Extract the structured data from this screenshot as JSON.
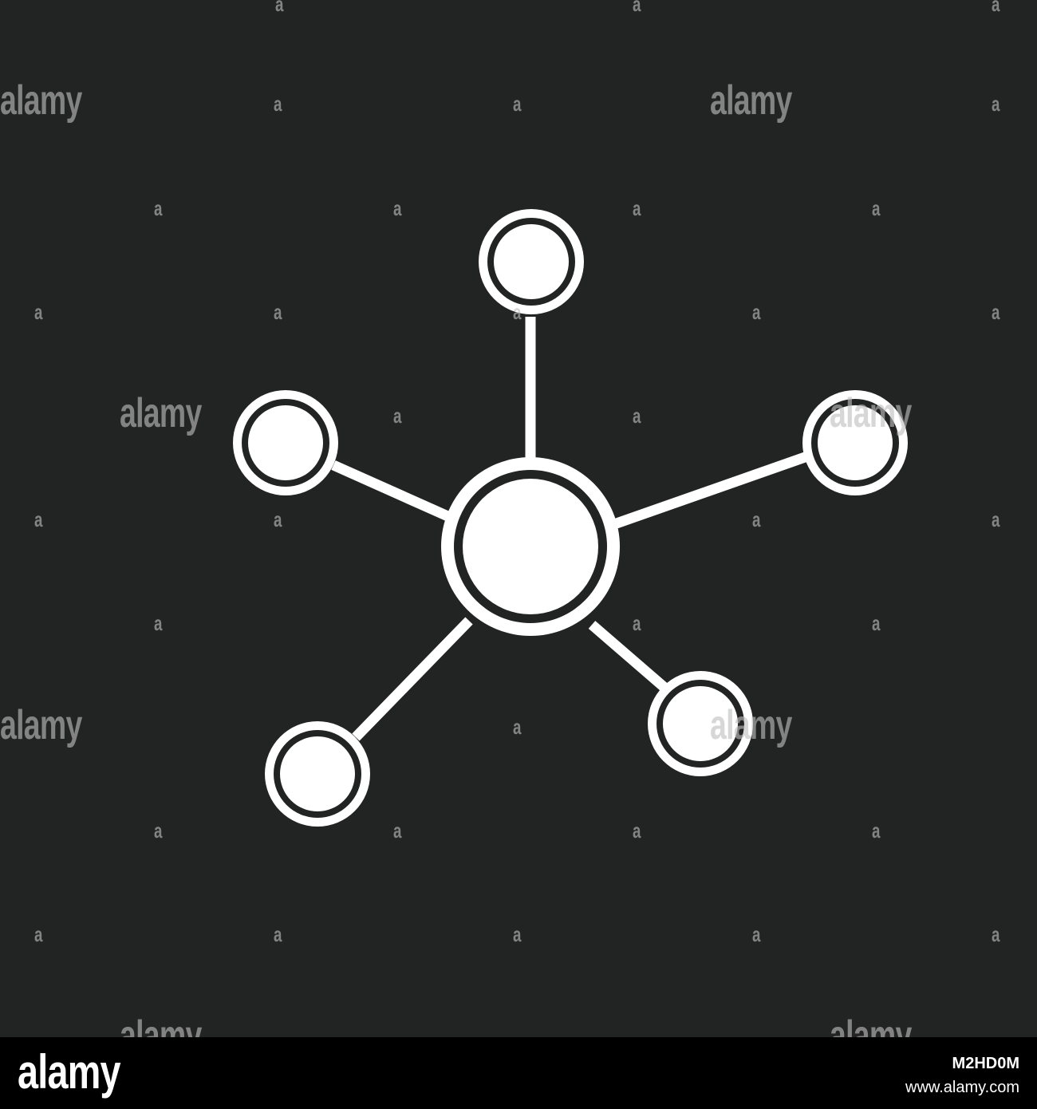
{
  "image": {
    "background_color": "#222423",
    "icon_color": "#ffffff",
    "icon_name": "network-molecule-icon"
  },
  "watermark": {
    "word": "alamy",
    "glyph": "a"
  },
  "footer": {
    "logo": "alamy",
    "image_id": "M2HD0M",
    "url": "www.alamy.com"
  }
}
